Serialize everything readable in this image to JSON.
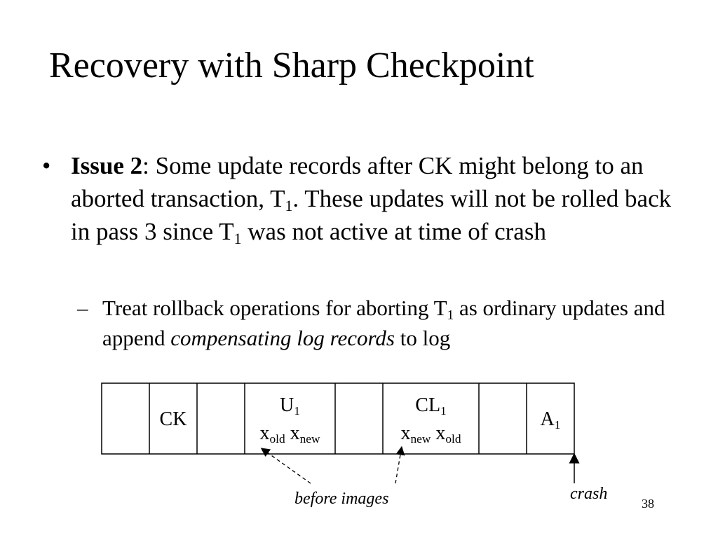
{
  "slide": {
    "title": "Recovery with Sharp Checkpoint",
    "page_number": "38"
  },
  "bullet": {
    "marker": "•",
    "label": "Issue 2",
    "part1": ": Some update records after CK might belong to an aborted transaction, T",
    "sub1": "1",
    "part2": ".  These updates will not be rolled back in pass 3 since T",
    "sub2": "1",
    "part3": " was not active at time of crash"
  },
  "subbullet": {
    "marker": "–",
    "part1": "Treat rollback operations for aborting T",
    "sub1": "1",
    "part2": " as ordinary updates and append ",
    "emphasis": "compensating log records",
    "part3": " to log"
  },
  "log": {
    "ck": "CK",
    "u_label": "U",
    "u_sub": "1",
    "u_x1": "x",
    "u_x1_sub": "old",
    "u_x2": "x",
    "u_x2_sub": "new",
    "cl_label": "CL",
    "cl_sub": "1",
    "cl_x1": "x",
    "cl_x1_sub": "new",
    "cl_x2": "x",
    "cl_x2_sub": "old",
    "a_label": "A",
    "a_sub": "1"
  },
  "annotations": {
    "before_images": "before images",
    "crash": "crash"
  }
}
